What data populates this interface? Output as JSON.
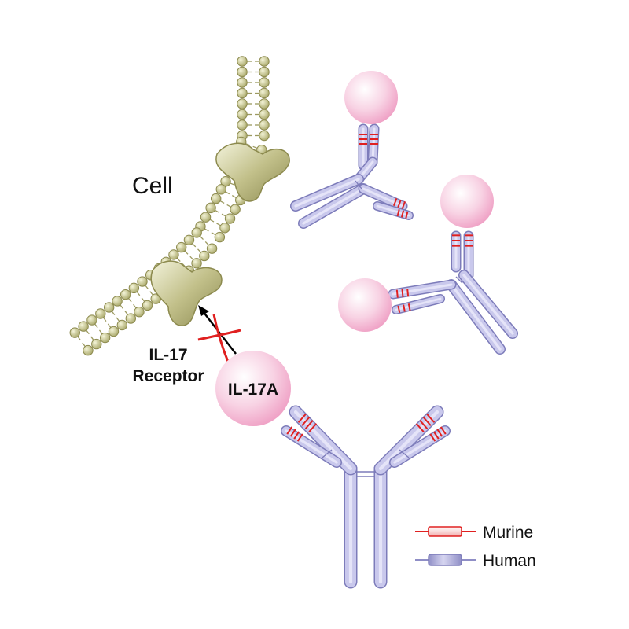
{
  "labels": {
    "cell": "Cell",
    "receptor_line1": "IL-17",
    "receptor_line2": "Receptor",
    "cytokine": "IL-17A"
  },
  "legend": {
    "murine": "Murine",
    "human": "Human"
  },
  "colors": {
    "membrane": "#c7c68f",
    "membrane_edge": "#8c8a4e",
    "receptor": "#b4b27a",
    "antigen": "#f6c6dc",
    "antibody_human": "#a7a6d8",
    "antibody_edge": "#7d7cba",
    "murine_stripe": "#e02020",
    "block_mark": "#e02020"
  }
}
